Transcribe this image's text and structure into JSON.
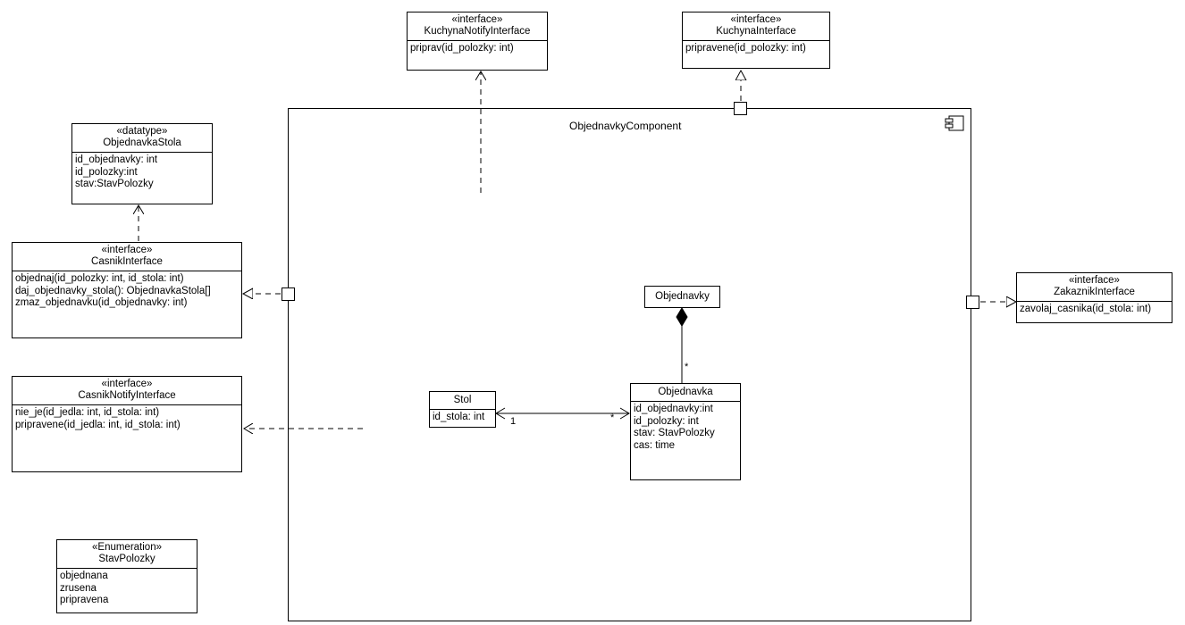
{
  "kuchyna_notify": {
    "stereotype": "«interface»",
    "name": "KuchynaNotifyInterface",
    "operations": [
      "priprav(id_polozky: int)"
    ]
  },
  "kuchyna": {
    "stereotype": "«interface»",
    "name": "KuchynaInterface",
    "operations": [
      "pripravene(id_polozky: int)"
    ]
  },
  "objednavka_stola": {
    "stereotype": "«datatype»",
    "name": "ObjednavkaStola",
    "attributes": [
      "id_objednavky: int",
      "id_polozky:int",
      "stav:StavPolozky"
    ]
  },
  "casnik": {
    "stereotype": "«interface»",
    "name": "CasnikInterface",
    "operations": [
      "objednaj(id_polozky: int, id_stola: int)",
      "daj_objednavky_stola(): ObjednavkaStola[]",
      "zmaz_objednavku(id_objednavky: int)"
    ]
  },
  "casnik_notify": {
    "stereotype": "«interface»",
    "name": "CasnikNotifyInterface",
    "operations": [
      "nie_je(id_jedla: int, id_stola: int)",
      "pripravene(id_jedla: int, id_stola: int)"
    ]
  },
  "stav_polozky": {
    "stereotype": "«Enumeration»",
    "name": "StavPolozky",
    "literals": [
      "objednana",
      "zrusena",
      "pripravena"
    ]
  },
  "zakaznik": {
    "stereotype": "«interface»",
    "name": "ZakaznikInterface",
    "operations": [
      "zavolaj_casnika(id_stola: int)"
    ]
  },
  "component": {
    "name": "ObjednavkyComponent",
    "objednavky": {
      "name": "Objednavky"
    },
    "objednavka": {
      "name": "Objednavka",
      "attributes": [
        "id_objednavky:int",
        "id_polozky: int",
        "stav: StavPolozky",
        "cas: time"
      ]
    },
    "stol": {
      "name": "Stol",
      "attributes": [
        "id_stola: int"
      ]
    },
    "composition_multiplicity": "*",
    "assoc_stol_multiplicity": "1",
    "assoc_objednavka_multiplicity": "*"
  }
}
